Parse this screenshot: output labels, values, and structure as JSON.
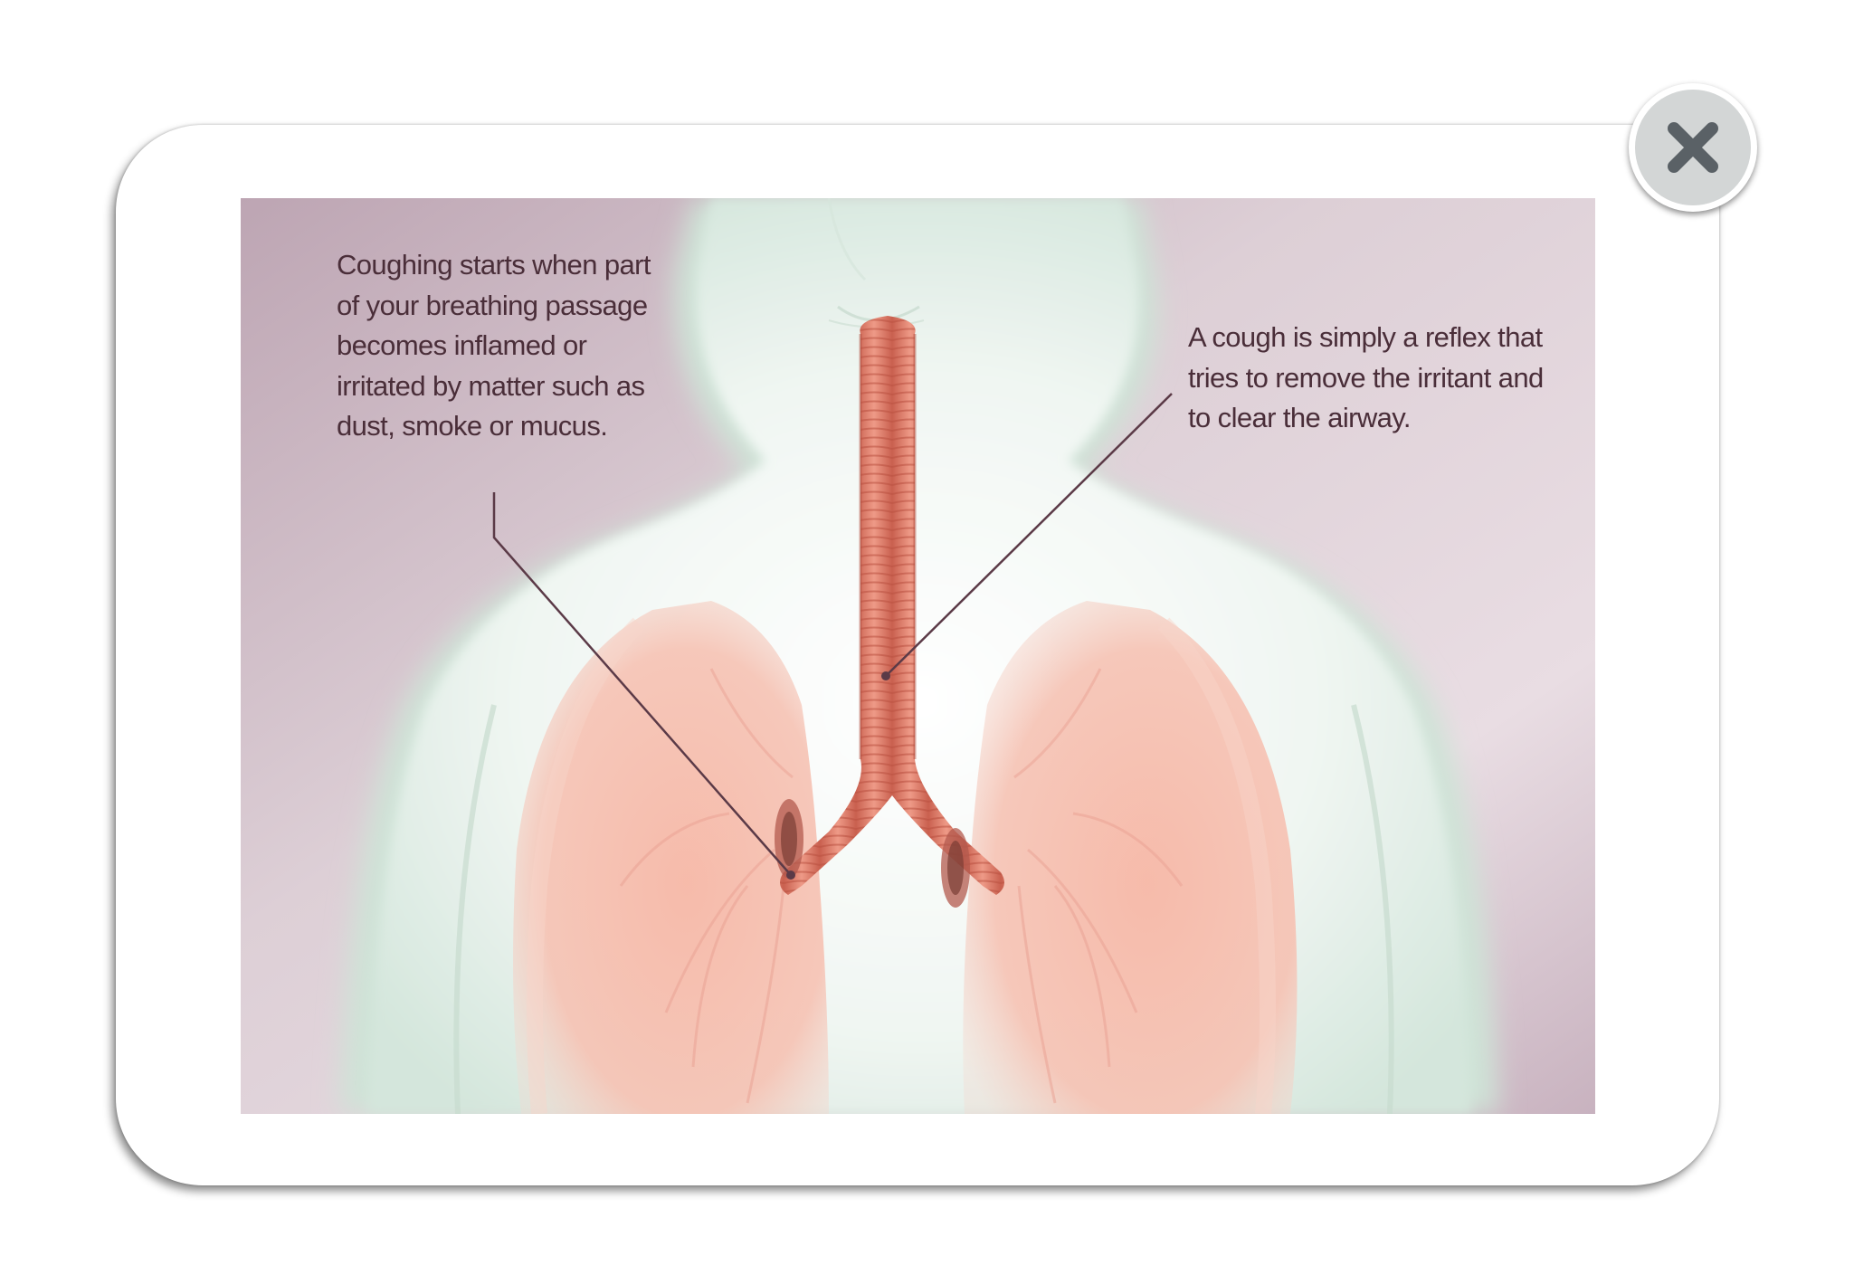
{
  "modal": {
    "close_icon": "close-icon"
  },
  "illustration": {
    "subject": "respiratory-system",
    "callouts": {
      "left": "Coughing starts when part\nof your breathing passage\nbecomes inflamed or\nirritated by matter such as\ndust, smoke or mucus.",
      "right": "A cough is simply a reflex that\ntries to remove the irritant and\nto clear the airway."
    }
  },
  "colors": {
    "background_tint": "#c9b3bf",
    "body": "#e3efe8",
    "lungs": "#f2ab9a",
    "trachea": "#d9786a",
    "caption_text": "#4a2e39",
    "leader_line": "#5b3a47",
    "close_button": "#d3d6d6",
    "close_icon": "#5a6166"
  }
}
